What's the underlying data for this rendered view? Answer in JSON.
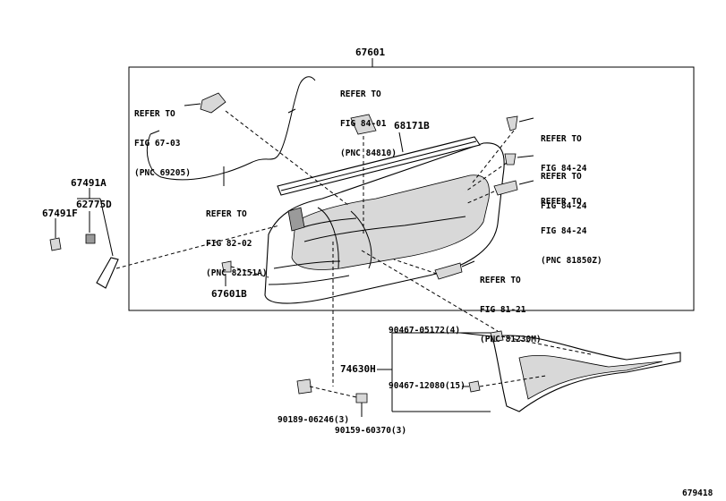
{
  "labels": {
    "main_assembly": "67601",
    "weatherstrip": "68171B",
    "trim_clip_group": "67491A",
    "fastener_a": "67491F",
    "fastener_b": "62775D",
    "clip_b": "67601B",
    "scuff_plate": "74630H",
    "screw_a": "90467-05172(4)",
    "screw_b": "90467-12080(15)",
    "clip_c": "90189-06246(3)",
    "bolt": "90159-60370(3)",
    "figure_id": "679418"
  },
  "refs": {
    "r1": [
      "REFER TO",
      "FIG 84-01",
      "(PNC 84810)"
    ],
    "r2": [
      "REFER TO",
      "FIG 67-03",
      "(PNC 69205)"
    ],
    "r3": [
      "REFER TO",
      "FIG 82-02",
      "(PNC 82151A)"
    ],
    "r4": [
      "REFER TO",
      "FIG 84-24"
    ],
    "r5": [
      "REFER TO",
      "FIG 84-24"
    ],
    "r6": [
      "REFER TO",
      "FIG 84-24",
      "(PNC 81850Z)"
    ],
    "r7": [
      "REFER TO",
      "FIG 81-21",
      "(PNC 81230M)"
    ]
  }
}
